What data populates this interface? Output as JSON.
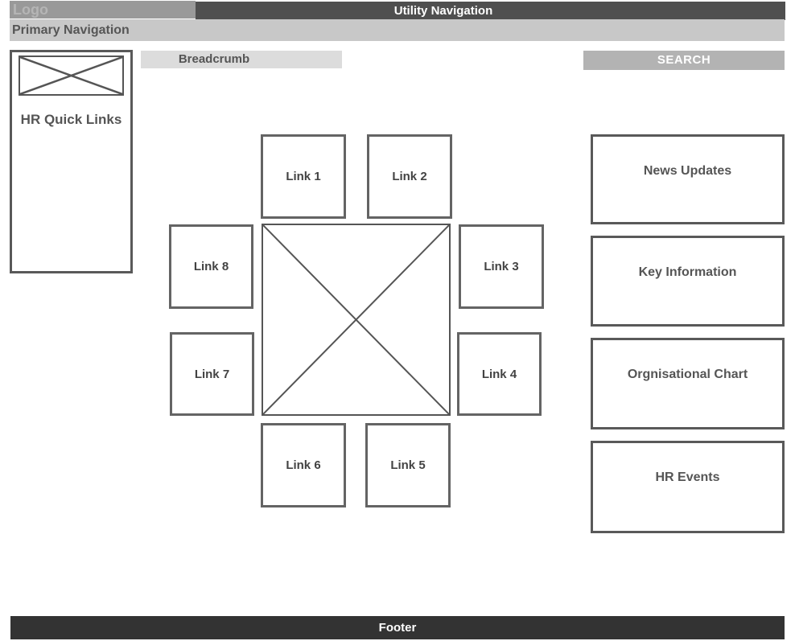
{
  "header": {
    "logo_label": "Logo",
    "utility_label": "Utility Navigation",
    "primary_label": "Primary Navigation"
  },
  "breadcrumb": {
    "label": "Breadcrumb"
  },
  "search": {
    "label": "SEARCH"
  },
  "sidebar": {
    "title": "HR Quick Links",
    "image_placeholder_icon": "crossed-box-image-placeholder"
  },
  "links": [
    {
      "label": "Link 1"
    },
    {
      "label": "Link 2"
    },
    {
      "label": "Link 3"
    },
    {
      "label": "Link 4"
    },
    {
      "label": "Link 5"
    },
    {
      "label": "Link 6"
    },
    {
      "label": "Link 7"
    },
    {
      "label": "Link 8"
    }
  ],
  "center": {
    "image_placeholder_icon": "crossed-box-image-placeholder"
  },
  "right_panels": [
    {
      "label": "News Updates"
    },
    {
      "label": "Key Information"
    },
    {
      "label": "Orgnisational Chart"
    },
    {
      "label": "HR Events"
    }
  ],
  "footer": {
    "label": "Footer"
  },
  "colors": {
    "logo_bar_bg": "#999999",
    "utility_bar_bg": "#4f4f4f",
    "primary_bar_bg": "#c8c8c8",
    "breadcrumb_bar_bg": "#dcdcdc",
    "search_bar_bg": "#b3b3b3",
    "footer_bar_bg": "#333333",
    "border_color": "#595959"
  }
}
